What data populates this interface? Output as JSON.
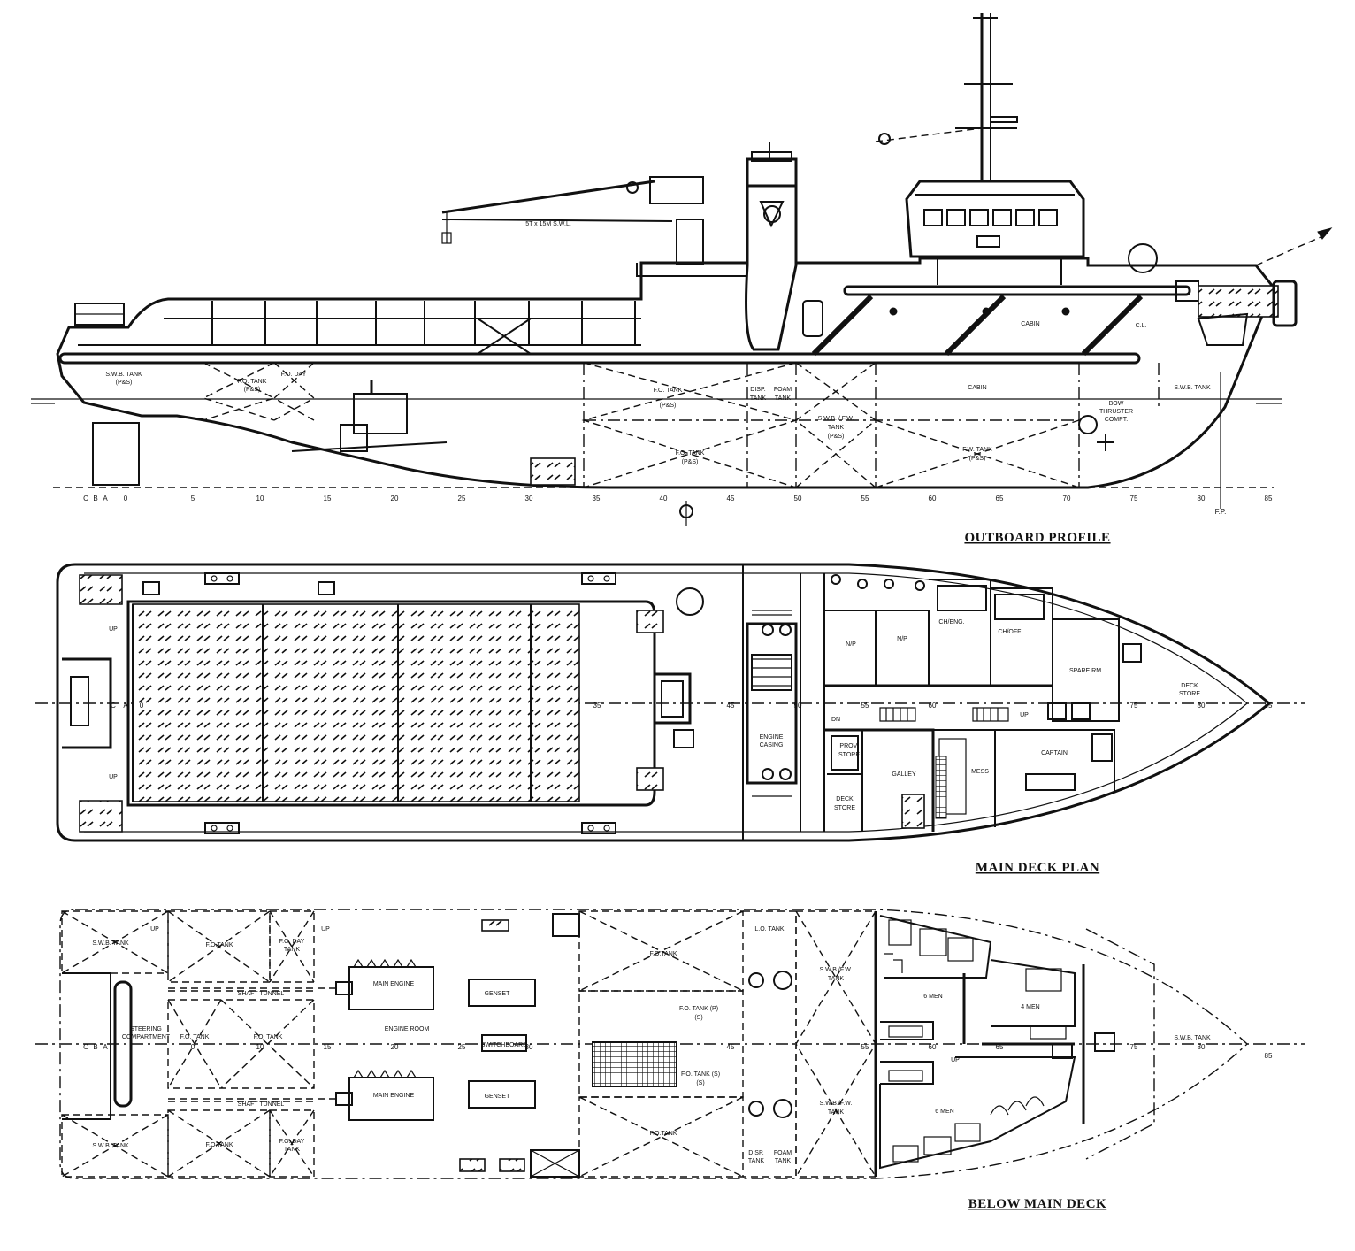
{
  "titles": {
    "outboard": "OUTBOARD PROFILE",
    "main_deck": "MAIN DECK PLAN",
    "below": "BELOW MAIN DECK"
  },
  "profile": {
    "crane": "5T x 15M S.W.L.",
    "labels": {
      "swb_aft": "S.W.B. TANK",
      "swb_aft_p": "(P&S)",
      "fo_aft": "F.O. TANK",
      "fo_aft_p": "(P&S)",
      "fo_day": "F.O. DAY",
      "fo_tank_mid": "F.O. TANK",
      "fo_tank_mid_p": "(P&S)",
      "disp": "DISP.",
      "disp2": "TANK",
      "foam": "FOAM",
      "foam2": "TANK",
      "swb_fw": "S.W.B. / F.W.",
      "swb_fw2": "TANK",
      "swb_fw3": "(P&S)",
      "cabin_up": "CABIN",
      "cabin_low": "CABIN",
      "cl": "C.L.",
      "bow": "BOW",
      "bow2": "THRUSTER",
      "bow3": "COMPT.",
      "swb_fwd": "S.W.B. TANK",
      "fo_low": "F.O. TANK",
      "fo_low_p": "(P&S)",
      "fw_low": "F.W. TANK",
      "fw_low_p": "(P&S)"
    },
    "frames": [
      "C",
      "B",
      "A",
      "0",
      "5",
      "10",
      "15",
      "20",
      "25",
      "30",
      "35",
      "40",
      "45",
      "50",
      "55",
      "60",
      "65",
      "70",
      "75",
      "80",
      "85"
    ],
    "fp": "F.P."
  },
  "main_deck": {
    "rooms": {
      "np1": "N/P",
      "np2": "N/P",
      "ch_eng": "CH/ENG.",
      "ch_off": "CH/OFF.",
      "spare": "SPARE RM.",
      "deck_store_fwd": "DECK",
      "deck_store_fwd2": "STORE",
      "engine_casing": "ENGINE",
      "engine_casing2": "CASING",
      "prov": "PROV.",
      "prov2": "STORE",
      "galley": "GALLEY",
      "mess": "MESS",
      "captain": "CAPTAIN",
      "deck_store_aft": "DECK",
      "deck_store_aft2": "STORE",
      "up": "UP",
      "dn": "DN"
    },
    "frames": [
      "C",
      "A",
      "0",
      "35",
      "45",
      "50",
      "55",
      "60",
      "75",
      "80",
      "85"
    ]
  },
  "below_deck": {
    "labels": {
      "swb_ps": "S.W.B. TANK",
      "fo_p": "F.O.TANK",
      "fo_day_p": "F.O. DAY",
      "fo_day_p2": "TANK",
      "steering": "STEERING",
      "steering2": "COMPARTMENT",
      "fo_c1": "F.O. TANK",
      "fo_c2": "F.O. TANK",
      "main_engine_p": "MAIN ENGINE",
      "main_engine_s": "MAIN ENGINE",
      "shaft_p": "SHAFT TUNNEL",
      "shaft_s": "SHAFT TUNNEL",
      "genset_p": "GENSET",
      "genset_s": "GENSET",
      "engine_room": "ENGINE ROOM",
      "switchboard": "SWITCHBOARD",
      "fo_fwd_p": "F.O.TANK",
      "fo_mid1": "F.O. TANK (P)",
      "fo_mid1b": "(S)",
      "fo_mid2": "F.O. TANK (S)",
      "fo_mid2b": "(S)",
      "fo_fwd_s": "F.O.TANK",
      "lo": "L.O. TANK",
      "disp": "DISP.",
      "disp2": "TANK",
      "foam": "FOAM",
      "foam2": "TANK",
      "swb_fw_p": "S.W.B./F.W.",
      "swb_fw_p2": "TANK",
      "swb_fw_s": "S.W.B./F.W.",
      "swb_fw_s2": "TANK",
      "six_men_p": "6 MEN",
      "four_men": "4 MEN",
      "six_men_s": "6 MEN",
      "swb_fwd": "S.W.B. TANK",
      "swb_s": "S.W.B. TANK",
      "fo_s": "F.O.TANK",
      "fo_day_s": "F.O. DAY",
      "fo_day_s2": "TANK",
      "up": "UP"
    },
    "frames": [
      "C",
      "B",
      "A",
      "0",
      "5",
      "10",
      "15",
      "20",
      "25",
      "30",
      "45",
      "50",
      "55",
      "60",
      "65",
      "75",
      "80",
      "85"
    ]
  }
}
